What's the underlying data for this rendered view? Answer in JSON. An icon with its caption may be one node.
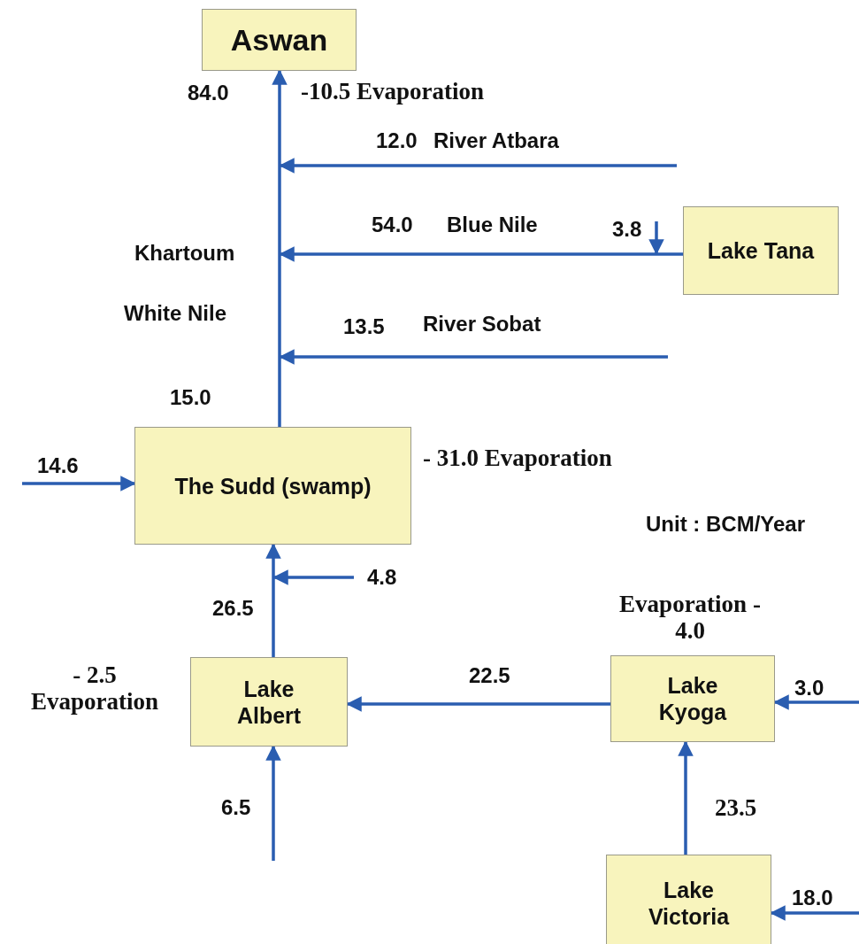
{
  "diagram": {
    "nodes": [
      {
        "text": [
          "Aswan"
        ]
      },
      {
        "text": [
          "Lake Tana"
        ]
      },
      {
        "text": [
          "The Sudd (swamp)"
        ],
        "beside": [
          "- 31.0 Evaporation"
        ]
      },
      {
        "text": [
          "Lake Albert"
        ],
        "beside": [
          "- 2.5 Evaporation"
        ]
      },
      {
        "text": [
          "Lake Kyoga"
        ],
        "beside": [
          "Evaporation - 4.0"
        ]
      },
      {
        "text": [
          "Lake Victoria"
        ]
      }
    ],
    "edges": [
      {
        "from": 2,
        "to": 0,
        "arrow": "to"
      },
      {
        "from": 1,
        "to": null,
        "arrow": "to",
        "label": "54.0"
      },
      {
        "from": null,
        "to": 2,
        "arrow": "to",
        "label": "14.6"
      },
      {
        "from": 3,
        "to": 2,
        "arrow": "to",
        "label": "26.5"
      },
      {
        "from": 4,
        "to": 3,
        "arrow": "to",
        "label": "22.5"
      },
      {
        "from": null,
        "to": 3,
        "arrow": "to",
        "label": "6.5"
      },
      {
        "from": null,
        "to": 4,
        "arrow": "to",
        "label": "3.0"
      },
      {
        "from": 5,
        "to": 4,
        "arrow": "to",
        "label": "23.5"
      },
      {
        "from": null,
        "to": 5,
        "arrow": "to",
        "label": "18.0"
      }
    ],
    "labels": [
      "84.0",
      "-10.5 Evaporation",
      "12.0",
      "River Atbara",
      "Blue Nile",
      "3.8",
      "Khartoum",
      "White Nile",
      "13.5",
      "River Sobat",
      "15.0",
      "Unit : BCM/Year",
      "4.8"
    ]
  }
}
